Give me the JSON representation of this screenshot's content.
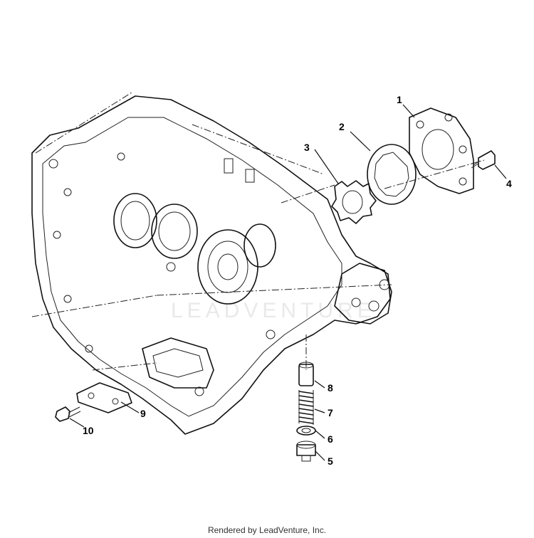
{
  "callouts": [
    {
      "label": "1"
    },
    {
      "label": "2"
    },
    {
      "label": "3"
    },
    {
      "label": "4"
    },
    {
      "label": "5"
    },
    {
      "label": "6"
    },
    {
      "label": "7"
    },
    {
      "label": "8"
    },
    {
      "label": "9"
    },
    {
      "label": "10"
    }
  ],
  "watermark": "LEADVENTURE",
  "footer": "Rendered by LeadVenture, Inc."
}
